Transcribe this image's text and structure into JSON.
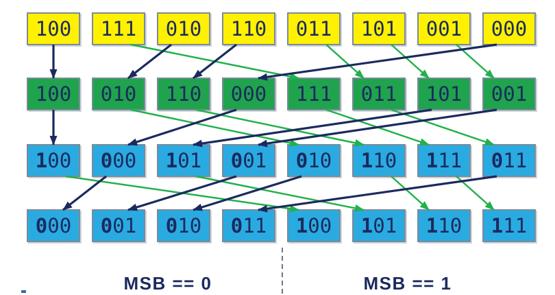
{
  "colors": {
    "navy": "#1b2a5e",
    "green": "#22b14c",
    "yellow": "#fff100",
    "green_box": "#1fa44d",
    "blue": "#29abe2",
    "border": "#7b8a9a"
  },
  "rows": [
    {
      "name": "row-input",
      "color": "yellow",
      "bold_first": false,
      "values": [
        "100",
        "111",
        "010",
        "110",
        "011",
        "101",
        "001",
        "000"
      ]
    },
    {
      "name": "row-pass1-lsb",
      "color": "green_box",
      "bold_first": false,
      "values": [
        "100",
        "010",
        "110",
        "000",
        "111",
        "011",
        "101",
        "001"
      ]
    },
    {
      "name": "row-pass2-mid",
      "color": "blue",
      "bold_first": true,
      "values": [
        "100",
        "000",
        "101",
        "001",
        "010",
        "110",
        "111",
        "011"
      ]
    },
    {
      "name": "row-pass3-msb",
      "color": "blue",
      "bold_first": true,
      "values": [
        "000",
        "001",
        "010",
        "011",
        "100",
        "101",
        "110",
        "111"
      ]
    }
  ],
  "arrows": [
    {
      "row": 0,
      "from": 0,
      "to": 0,
      "color": "navy"
    },
    {
      "row": 0,
      "from": 1,
      "to": 4,
      "color": "green"
    },
    {
      "row": 0,
      "from": 2,
      "to": 1,
      "color": "navy"
    },
    {
      "row": 0,
      "from": 3,
      "to": 2,
      "color": "navy"
    },
    {
      "row": 0,
      "from": 4,
      "to": 5,
      "color": "green"
    },
    {
      "row": 0,
      "from": 5,
      "to": 6,
      "color": "green"
    },
    {
      "row": 0,
      "from": 6,
      "to": 7,
      "color": "green"
    },
    {
      "row": 0,
      "from": 7,
      "to": 3,
      "color": "navy"
    },
    {
      "row": 1,
      "from": 0,
      "to": 0,
      "color": "navy"
    },
    {
      "row": 1,
      "from": 1,
      "to": 4,
      "color": "green"
    },
    {
      "row": 1,
      "from": 2,
      "to": 5,
      "color": "green"
    },
    {
      "row": 1,
      "from": 3,
      "to": 1,
      "color": "navy"
    },
    {
      "row": 1,
      "from": 4,
      "to": 6,
      "color": "green"
    },
    {
      "row": 1,
      "from": 5,
      "to": 7,
      "color": "green"
    },
    {
      "row": 1,
      "from": 6,
      "to": 2,
      "color": "navy"
    },
    {
      "row": 1,
      "from": 7,
      "to": 3,
      "color": "navy"
    },
    {
      "row": 2,
      "from": 0,
      "to": 4,
      "color": "green"
    },
    {
      "row": 2,
      "from": 1,
      "to": 0,
      "color": "navy"
    },
    {
      "row": 2,
      "from": 2,
      "to": 5,
      "color": "green"
    },
    {
      "row": 2,
      "from": 3,
      "to": 1,
      "color": "navy"
    },
    {
      "row": 2,
      "from": 4,
      "to": 2,
      "color": "navy"
    },
    {
      "row": 2,
      "from": 5,
      "to": 6,
      "color": "green"
    },
    {
      "row": 2,
      "from": 6,
      "to": 7,
      "color": "green"
    },
    {
      "row": 2,
      "from": 7,
      "to": 3,
      "color": "navy"
    }
  ],
  "labels": {
    "left": "MSB == 0",
    "right": "MSB == 1"
  }
}
